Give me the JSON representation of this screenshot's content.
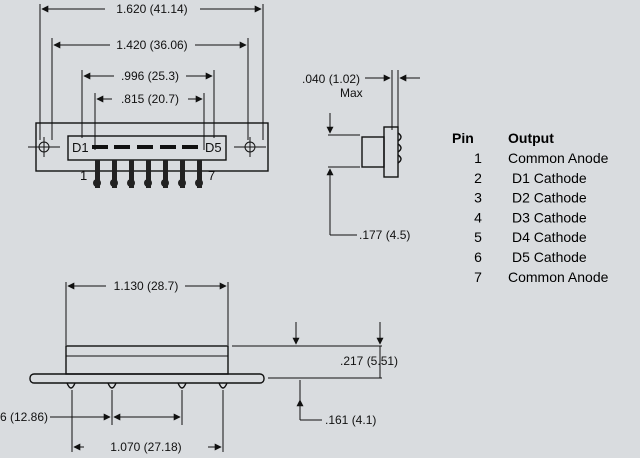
{
  "dimensions": {
    "top_width_overall": "1.620 (41.14)",
    "top_mount_spacing": "1.420 (36.06)",
    "top_window_width": ".996 (25.3)",
    "top_pin_span": ".815 (20.7)",
    "side_lead_thickness": ".040 (1.02)",
    "side_max_label": "Max",
    "side_depth": ".177 (4.5)",
    "bottom_body_width": "1.130 (28.7)",
    "bottom_height": ".217 (5.51)",
    "bottom_lead_length": ".161 (4.1)",
    "bottom_partial": "6 (12.86)",
    "bottom_overall": "1.070 (27.18)"
  },
  "pin_labels": {
    "d1": "D1",
    "d5": "D5",
    "pin1": "1",
    "pin7": "7"
  },
  "table": {
    "header_pin": "Pin",
    "header_output": "Output",
    "rows": [
      {
        "pin": "1",
        "output": "Common Anode"
      },
      {
        "pin": "2",
        "output": "D1 Cathode"
      },
      {
        "pin": "3",
        "output": "D2 Cathode"
      },
      {
        "pin": "4",
        "output": "D3 Cathode"
      },
      {
        "pin": "5",
        "output": "D4 Cathode"
      },
      {
        "pin": "6",
        "output": "D5 Cathode"
      },
      {
        "pin": "7",
        "output": "Common Anode"
      }
    ]
  }
}
